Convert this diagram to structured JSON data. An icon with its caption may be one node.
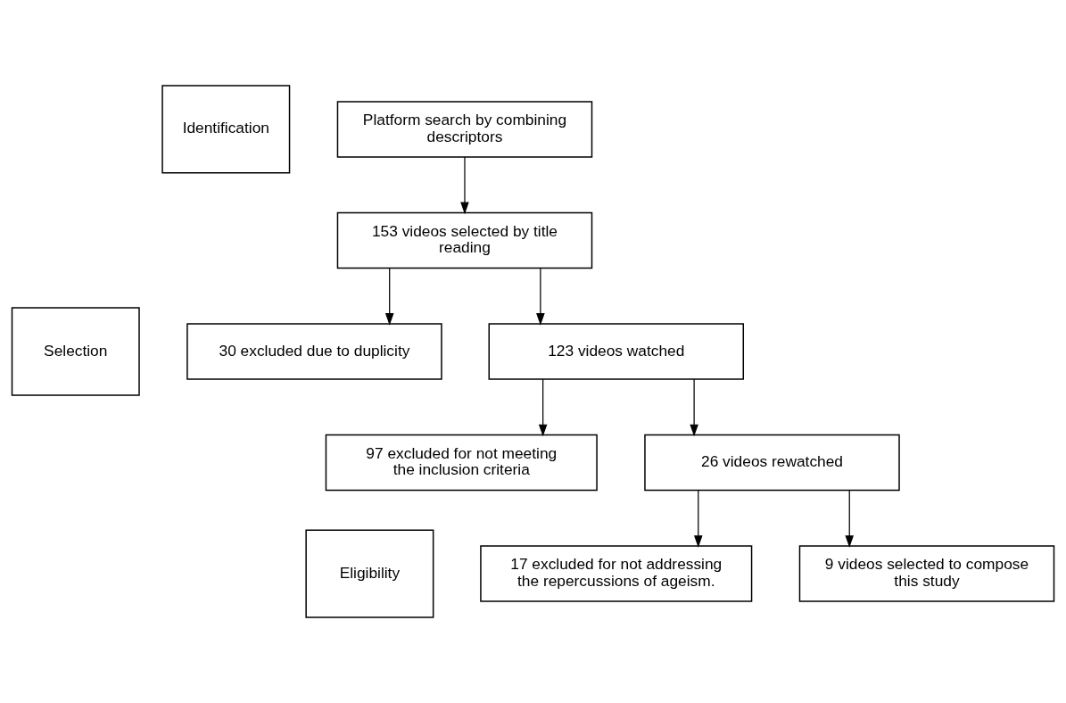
{
  "diagram": {
    "nodes": [
      {
        "text": [
          "Identification"
        ]
      },
      {
        "text": [
          "Selection"
        ]
      },
      {
        "text": [
          "Eligibility"
        ]
      },
      {
        "text": [
          "Platform search by combining descriptors"
        ]
      },
      {
        "text": [
          "153 videos selected by title reading"
        ]
      },
      {
        "text": [
          "30 excluded due to duplicity"
        ]
      },
      {
        "text": [
          "123 videos watched"
        ]
      },
      {
        "text": [
          "97 excluded for not meeting the inclusion criteria"
        ]
      },
      {
        "text": [
          "26 videos rewatched"
        ]
      },
      {
        "text": [
          "17 excluded for not addressing the repercussions of ageism."
        ]
      },
      {
        "text": [
          "9 videos selected to compose this study"
        ]
      }
    ],
    "edges": [
      {
        "from": 3,
        "to": 4,
        "arrow": "to"
      },
      {
        "from": 4,
        "to": 5,
        "arrow": "to"
      },
      {
        "from": 4,
        "to": 6,
        "arrow": "to"
      },
      {
        "from": 6,
        "to": 7,
        "arrow": "to"
      },
      {
        "from": 6,
        "to": 8,
        "arrow": "to"
      },
      {
        "from": 8,
        "to": 9,
        "arrow": "to"
      },
      {
        "from": 8,
        "to": 10,
        "arrow": "to"
      }
    ]
  }
}
